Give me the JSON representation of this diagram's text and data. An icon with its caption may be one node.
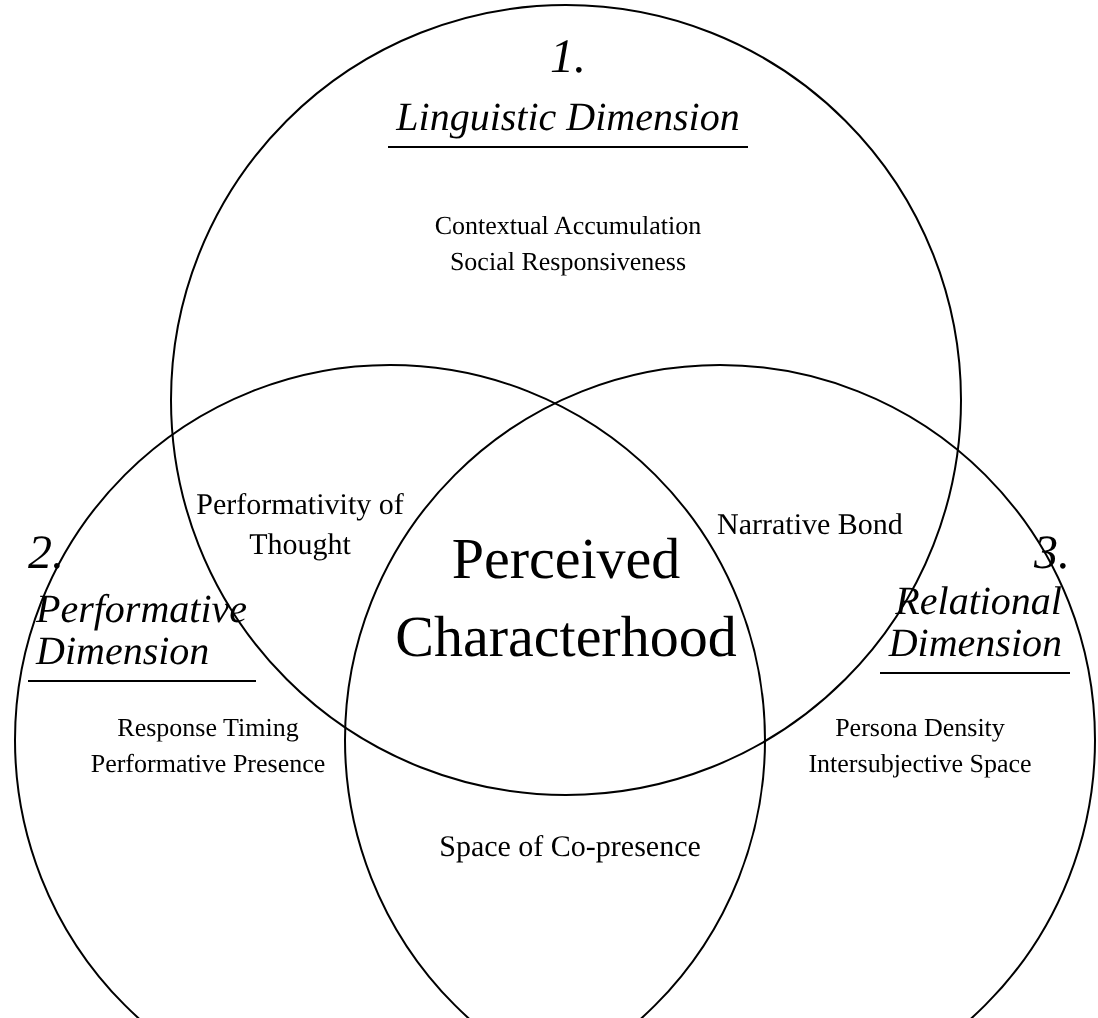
{
  "diagram": {
    "nodes": [
      {
        "text": [
          "1.",
          "Linguistic Dimension",
          "Contextual Accumulation",
          "Social Responsiveness"
        ]
      },
      {
        "text": [
          "2.",
          "Performative Dimension",
          "Response Timing",
          "Performative Presence"
        ]
      },
      {
        "text": [
          "3.",
          "Relational Dimension",
          "Persona Density",
          "Intersubjective Space"
        ]
      }
    ],
    "labels": [
      "Performativity of Thought",
      "Narrative Bond",
      "Perceived Characterhood",
      "Space of Co-presence"
    ]
  }
}
